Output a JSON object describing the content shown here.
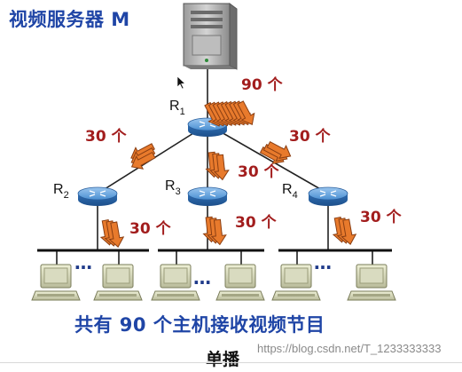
{
  "title": "视频服务器 M",
  "caption": "共有 90 个主机接收视频节目",
  "mode": "单播",
  "watermark": "https://blog.csdn.net/T_1233333333",
  "routers": [
    {
      "letter": "R",
      "sub": "1"
    },
    {
      "letter": "R",
      "sub": "2"
    },
    {
      "letter": "R",
      "sub": "3"
    },
    {
      "letter": "R",
      "sub": "4"
    }
  ],
  "flow_labels": {
    "server_to_r1": "90 个",
    "r1_to_r2": "30 个",
    "r1_to_r3": "30 个",
    "r1_to_r4": "30 个",
    "r2_to_lan": "30 个",
    "r3_to_lan": "30 个",
    "r4_to_lan": "30 个"
  },
  "ellipsis": "…",
  "colors": {
    "title_blue": "#1f45a6",
    "count_red": "#a21d1d",
    "arrow_orange": "#e87a2c",
    "router_blue": "#3b7ec4"
  }
}
